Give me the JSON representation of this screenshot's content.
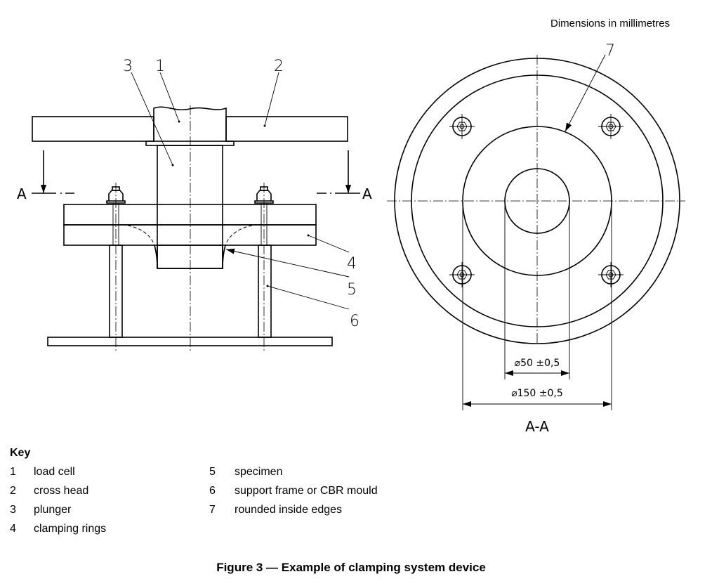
{
  "note": "Dimensions in millimetres",
  "callouts": {
    "c1": "1",
    "c2": "2",
    "c3": "3",
    "c4": "4",
    "c5": "5",
    "c6": "6",
    "c7": "7"
  },
  "section_marker": "A",
  "section_label": "A-A",
  "dimensions": {
    "inner": "⌀50  ±0,5",
    "outer": "⌀150  ±0,5"
  },
  "key": {
    "title": "Key",
    "items": [
      {
        "num": "1",
        "label": "load cell"
      },
      {
        "num": "2",
        "label": "cross head"
      },
      {
        "num": "3",
        "label": "plunger"
      },
      {
        "num": "4",
        "label": "clamping rings"
      },
      {
        "num": "5",
        "label": "specimen"
      },
      {
        "num": "6",
        "label": "support frame or CBR mould"
      },
      {
        "num": "7",
        "label": "rounded inside edges"
      }
    ]
  },
  "caption": "Figure 3 — Example of clamping system device"
}
